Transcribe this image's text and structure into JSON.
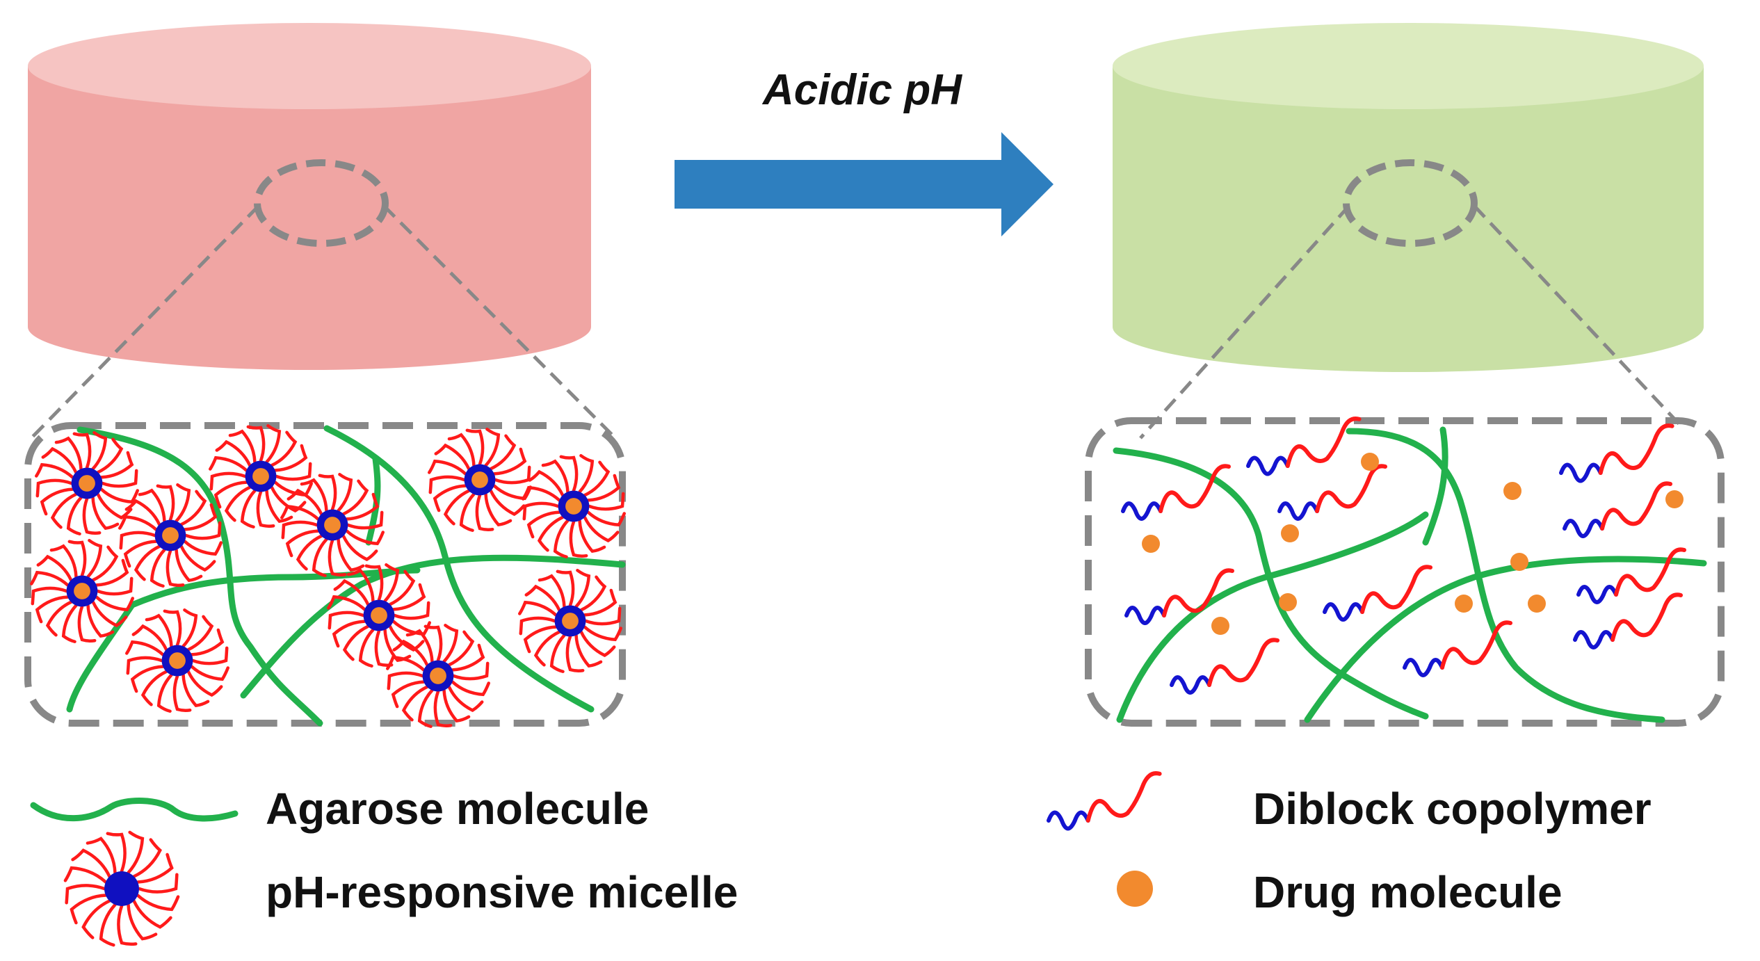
{
  "process": {
    "arrow_label": "Acidic pH",
    "arrow_color": "#2e7fbf"
  },
  "left_state": {
    "gel_color": "#f0a5a3"
  },
  "right_state": {
    "gel_color": "#c9e0a5"
  },
  "colors": {
    "agarose": "#22b14c",
    "corona": "#ff1a1a",
    "core": "#1010c0",
    "drug": "#f28a2e",
    "hydrophobic_block": "#1414d0",
    "hydrophilic_block": "#ff1a1a",
    "dashed_outline": "#888888"
  },
  "legend": {
    "agarose": "Agarose molecule",
    "micelle": "pH-responsive micelle",
    "copolymer": "Diblock copolymer",
    "drug": "Drug molecule"
  }
}
